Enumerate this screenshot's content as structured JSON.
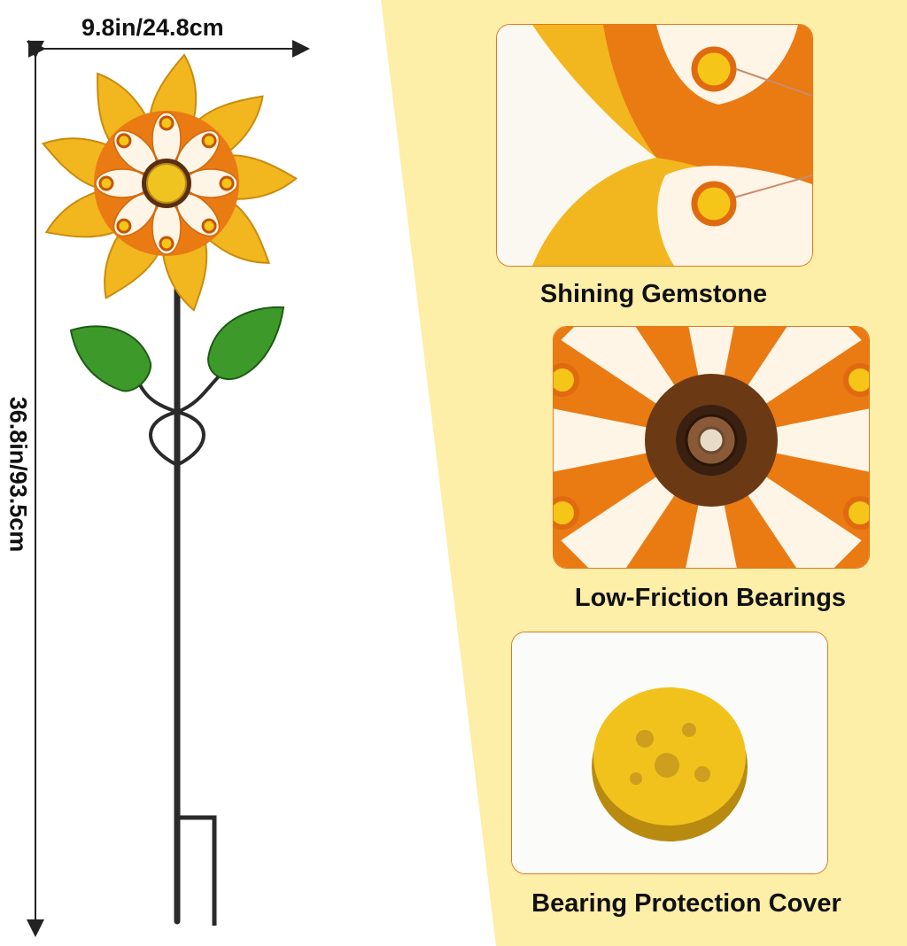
{
  "dimensions": {
    "width_label": "9.8in/24.8cm",
    "height_label": "36.8in/93.5cm"
  },
  "features": [
    {
      "caption": "Shining Gemstone"
    },
    {
      "caption": "Low-Friction Bearings"
    },
    {
      "caption": "Bearing Protection Cover"
    }
  ],
  "colors": {
    "background_accent": "#fdeea8",
    "card_border": "#e07a1f",
    "petal_yellow": "#f2b71f",
    "petal_orange": "#ea7a12",
    "leaf_green": "#3d9a2a",
    "stake": "#2a2a2a"
  }
}
